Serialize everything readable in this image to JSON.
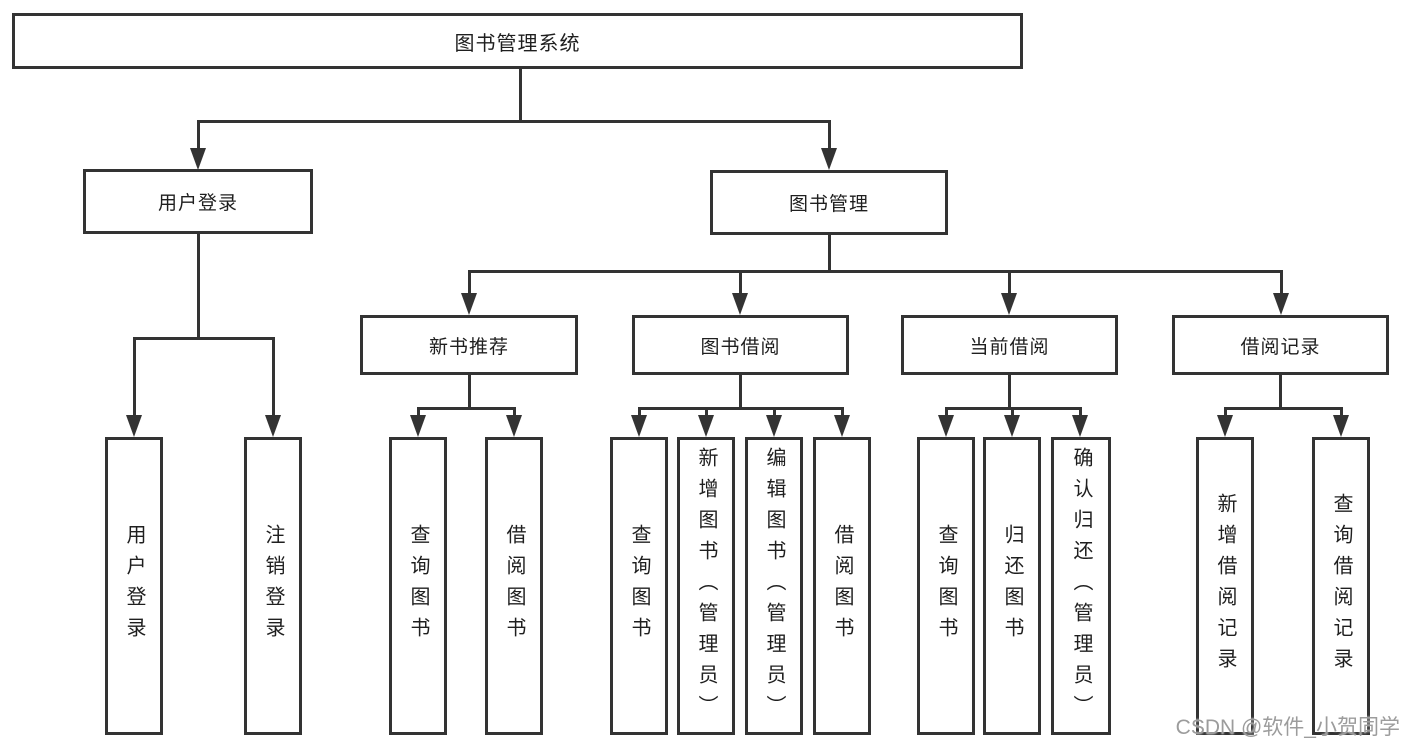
{
  "tree": {
    "root": {
      "label": "图书管理系统",
      "children": [
        {
          "label": "用户登录",
          "children": [
            {
              "label": "用户登录"
            },
            {
              "label": "注销登录"
            }
          ]
        },
        {
          "label": "图书管理",
          "children": [
            {
              "label": "新书推荐",
              "children": [
                {
                  "label": "查询图书"
                },
                {
                  "label": "借阅图书"
                }
              ]
            },
            {
              "label": "图书借阅",
              "children": [
                {
                  "label": "查询图书"
                },
                {
                  "label": "新增图书（管理员）"
                },
                {
                  "label": "编辑图书（管理员）"
                },
                {
                  "label": "借阅图书"
                }
              ]
            },
            {
              "label": "当前借阅",
              "children": [
                {
                  "label": "查询图书"
                },
                {
                  "label": "归还图书"
                },
                {
                  "label": "确认归还（管理员）"
                }
              ]
            },
            {
              "label": "借阅记录",
              "children": [
                {
                  "label": "新增借阅记录"
                },
                {
                  "label": "查询借阅记录"
                }
              ]
            }
          ]
        }
      ]
    }
  },
  "watermark": {
    "text": "CSDN @软件_小贺同学"
  },
  "colors": {
    "line": "#333333",
    "box_border": "#333333",
    "text": "#1f1f1f",
    "watermark": "#9c9c9c",
    "background": "#ffffff"
  }
}
